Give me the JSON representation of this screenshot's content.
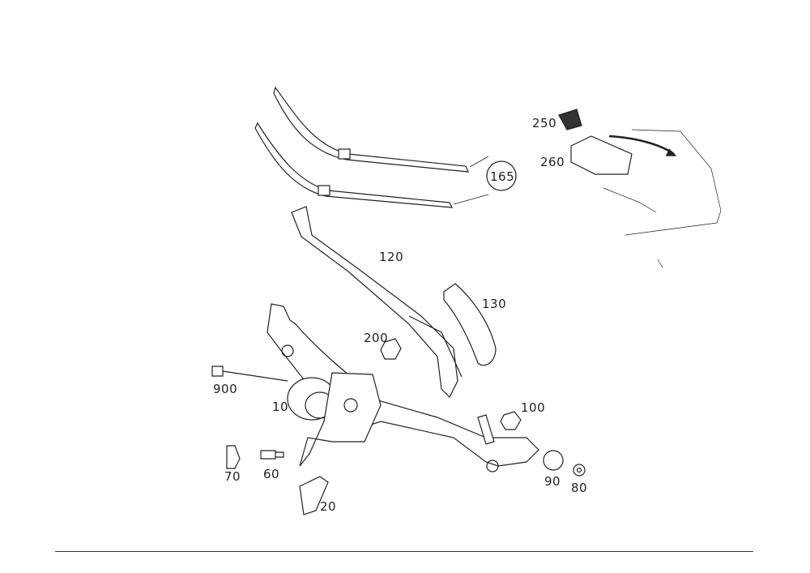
{
  "diagram": {
    "title": "Windshield wiper system parts diagram",
    "callouts": [
      {
        "id": "165",
        "part": "wiper-blades"
      },
      {
        "id": "250",
        "part": "rain-sensor"
      },
      {
        "id": "260",
        "part": "sensor-cover"
      },
      {
        "id": "120",
        "part": "wiper-arm"
      },
      {
        "id": "130",
        "part": "arm-cover"
      },
      {
        "id": "200",
        "part": "nut"
      },
      {
        "id": "900",
        "part": "connector"
      },
      {
        "id": "10",
        "part": "wiper-motor"
      },
      {
        "id": "100",
        "part": "nut"
      },
      {
        "id": "70",
        "part": "grommet"
      },
      {
        "id": "60",
        "part": "bolt"
      },
      {
        "id": "90",
        "part": "bushing"
      },
      {
        "id": "80",
        "part": "washer"
      },
      {
        "id": "20",
        "part": "bracket"
      }
    ]
  }
}
